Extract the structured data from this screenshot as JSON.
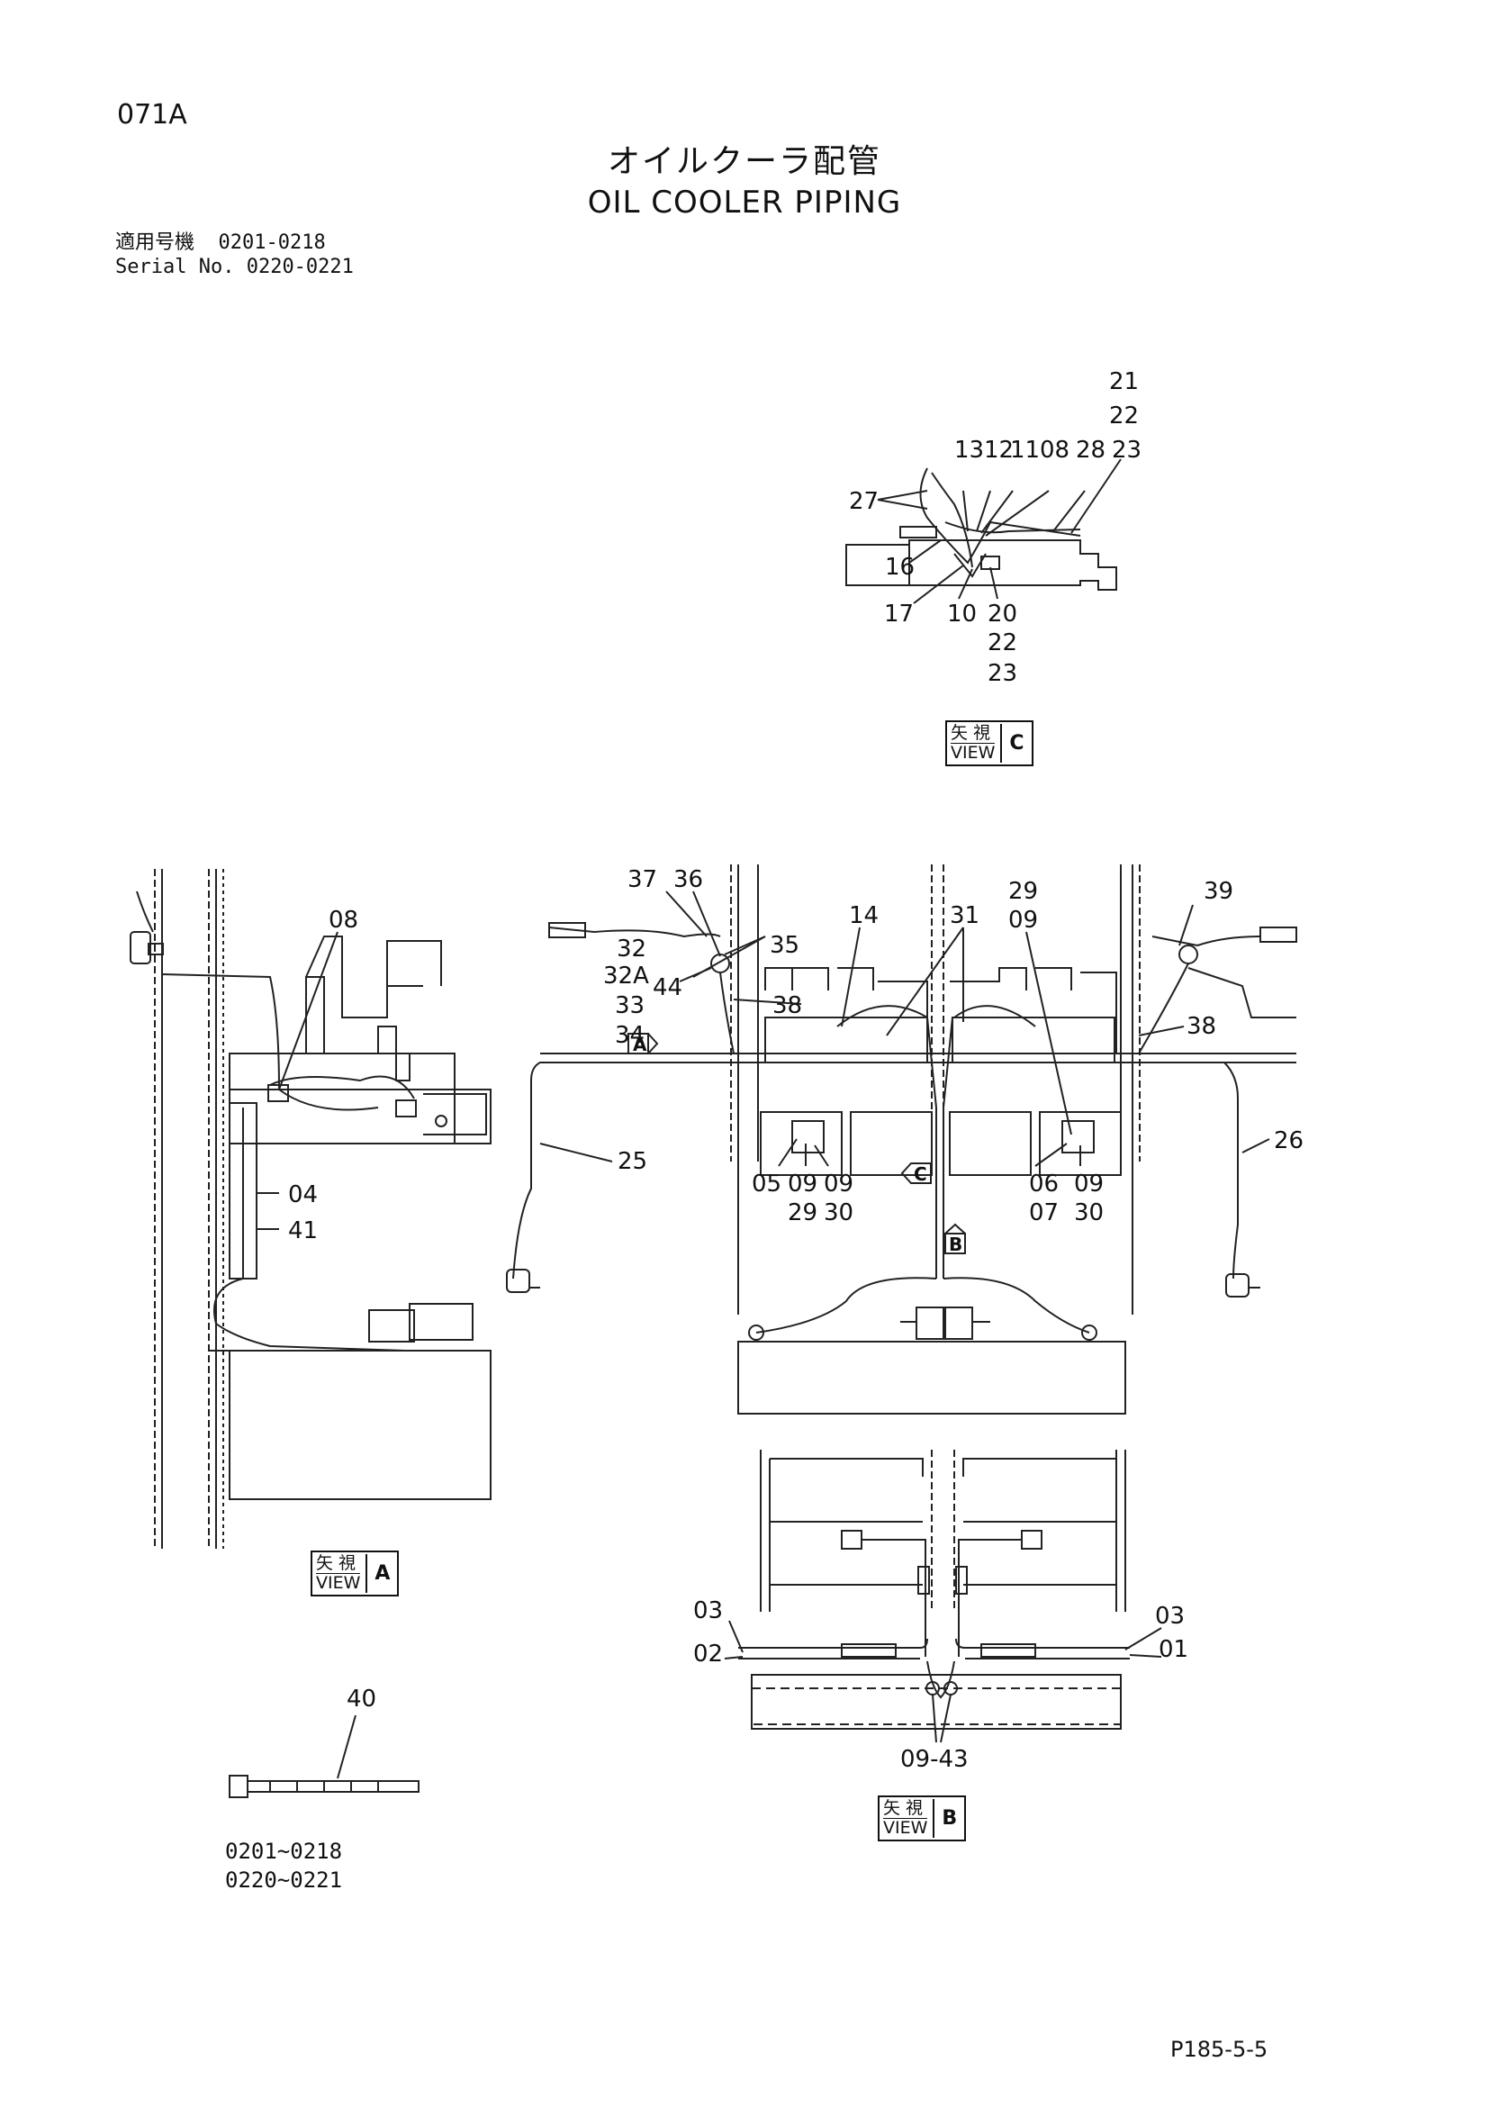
{
  "header": {
    "page_code": "071A",
    "title_jp": "オイルクーラ配管",
    "title_en": "OIL COOLER PIPING",
    "serial_label_jp": "適用号機",
    "serial_range_1": "0201-0218",
    "serial_label_en": "Serial No.",
    "serial_range_2": "0220-0221"
  },
  "footer": {
    "page_ref": "P185-5-5"
  },
  "views": {
    "c": {
      "kanji": "矢 視",
      "view_text": "VIEW",
      "letter": "C"
    },
    "a": {
      "kanji": "矢 視",
      "view_text": "VIEW",
      "letter": "A"
    },
    "b": {
      "kanji": "矢 視",
      "view_text": "VIEW",
      "letter": "B"
    }
  },
  "view_markers": {
    "a": "A",
    "b": "B",
    "c": "C"
  },
  "part40": {
    "label": "40",
    "range_1": "0201~0218",
    "range_2": "0220~0221"
  },
  "callouts": {
    "c21": "21",
    "c22a": "22",
    "c13": "13",
    "c12": "12",
    "c11": "11",
    "c08": "08",
    "c28": "28",
    "c23a": "23",
    "c27": "27",
    "c16": "16",
    "c17": "17",
    "c10": "10",
    "c20": "20",
    "c22b": "22",
    "c23b": "23",
    "a08": "08",
    "a04": "04",
    "a41": "41",
    "m37": "37",
    "m36": "36",
    "m35": "35",
    "m32": "32",
    "m32a": "32A",
    "m44": "44",
    "m33": "33",
    "m34": "34",
    "m38l": "38",
    "m14": "14",
    "m31": "31",
    "m29t": "29",
    "m09t": "09",
    "m39": "39",
    "m38r": "38",
    "m25": "25",
    "m26": "26",
    "m05": "05",
    "m09a": "09",
    "m09b": "09",
    "m29b": "29",
    "m30a": "30",
    "m06": "06",
    "m07": "07",
    "m09c": "09",
    "m30b": "30",
    "b03l": "03",
    "b02": "02",
    "b03r": "03",
    "b01": "01",
    "b0943": "09-43"
  }
}
